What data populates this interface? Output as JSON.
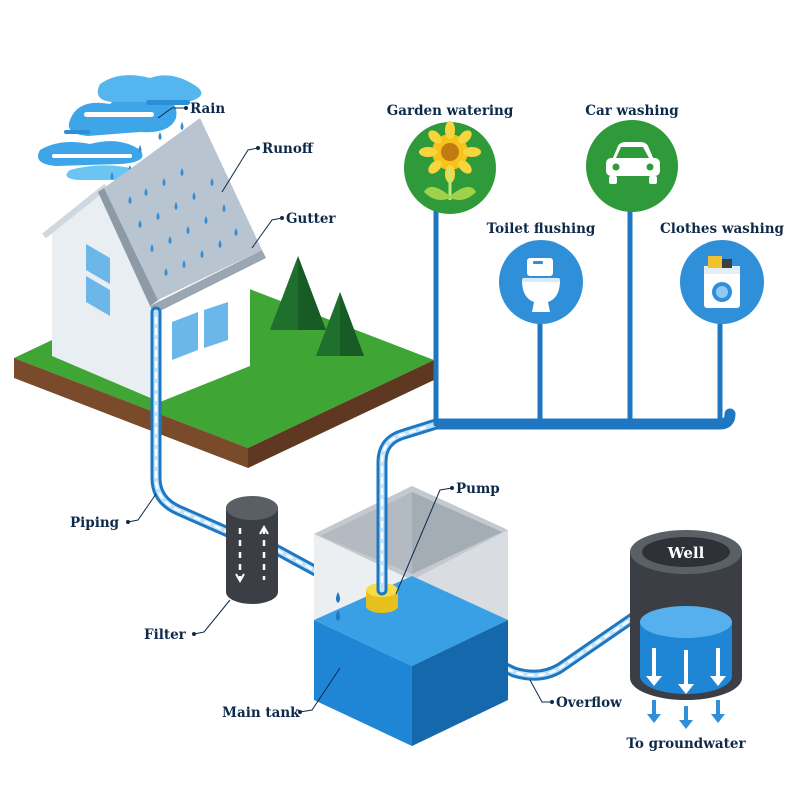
{
  "labels": {
    "rain": "Rain",
    "runoff": "Runoff",
    "gutter": "Gutter",
    "piping": "Piping",
    "filter": "Filter",
    "main_tank": "Main tank",
    "pump": "Pump",
    "overflow": "Overflow",
    "well": "Well",
    "to_groundwater": "To groundwater",
    "garden_watering": "Garden watering",
    "car_washing": "Car washing",
    "toilet_flushing": "Toilet flushing",
    "clothes_washing": "Clothes washing"
  },
  "icons": {
    "garden_watering": "sunflower-icon",
    "car_washing": "car-icon",
    "toilet_flushing": "toilet-icon",
    "clothes_washing": "washing-machine-icon"
  },
  "colors": {
    "pipe_blue": "#1f77c2",
    "pipe_light": "#bfe3fb",
    "grass": "#3fa535",
    "soil": "#7a4b2a",
    "tank_water": "#1f86d6",
    "green_circle": "#2e9a3a",
    "blue_circle": "#2f8fd8",
    "label_text": "#0e2a4a"
  }
}
